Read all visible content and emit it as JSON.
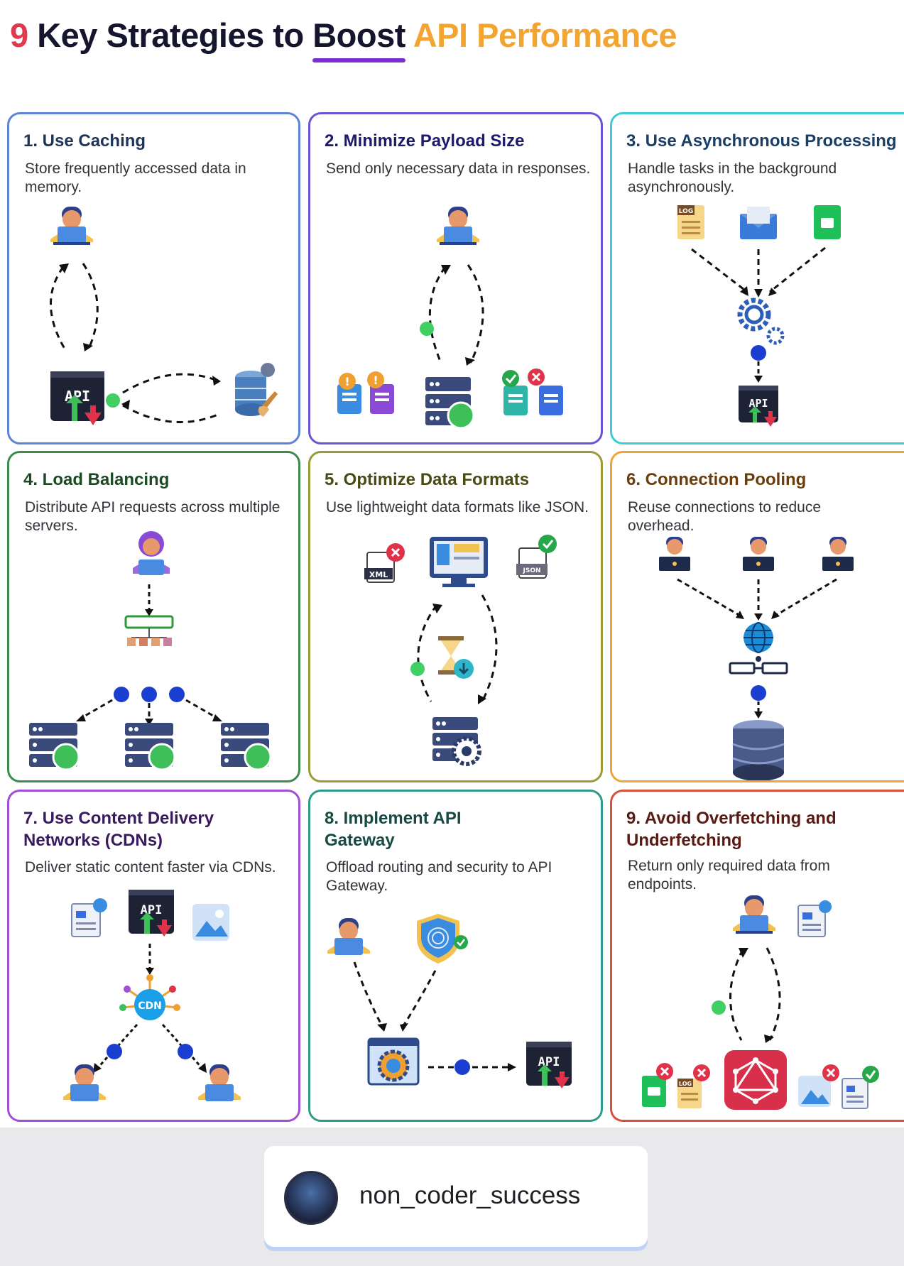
{
  "title": {
    "num": "9",
    "mid": "Key Strategies to",
    "boost": "Boost",
    "highlight": "API Performance"
  },
  "colors": {
    "num": "#e03a4f",
    "highlight": "#f3a531",
    "underline": "#7a2fd6"
  },
  "cards": [
    {
      "title": "1. Use Caching",
      "desc": "Store frequently accessed data in memory.",
      "color": "#5d83d8",
      "title_color": "#1d3357"
    },
    {
      "title": "2. Minimize Payload Size",
      "desc": "Send only necessary data in responses.",
      "color": "#6a54d6",
      "title_color": "#1d1a6b"
    },
    {
      "title": "3. Use Asynchronous Processing",
      "desc": "Handle tasks in the background asynchronously.",
      "color": "#3ccbd8",
      "title_color": "#1a3f66"
    },
    {
      "title": "4. Load Balancing",
      "desc": "Distribute API requests across multiple servers.",
      "color": "#3d8b4d",
      "title_color": "#1d4a25"
    },
    {
      "title": "5. Optimize Data Formats",
      "desc": "Use lightweight data formats like JSON.",
      "color": "#9a9a36",
      "title_color": "#4a4a17"
    },
    {
      "title": "6. Connection Pooling",
      "desc": "Reuse connections to reduce overhead.",
      "color": "#f0a338",
      "title_color": "#6a3d0c"
    },
    {
      "title": "7. Use Content Delivery Networks (CDNs)",
      "desc": "Deliver static content faster via CDNs.",
      "color": "#a04fd6",
      "title_color": "#3a1a5e"
    },
    {
      "title": "8. Implement API Gateway",
      "desc": "Offload routing and security to API Gateway.",
      "color": "#2f9a8a",
      "title_color": "#164a43"
    },
    {
      "title": "9. Avoid Overfetching and Underfetching",
      "desc": "Return only required data from endpoints.",
      "color": "#d6503a",
      "title_color": "#5a1a14"
    }
  ],
  "labels": {
    "api": "API",
    "log": "LOG",
    "xml": "XML",
    "json": "JSON",
    "cdn": "CDN"
  },
  "footer": {
    "handle": "non_coder_success"
  }
}
